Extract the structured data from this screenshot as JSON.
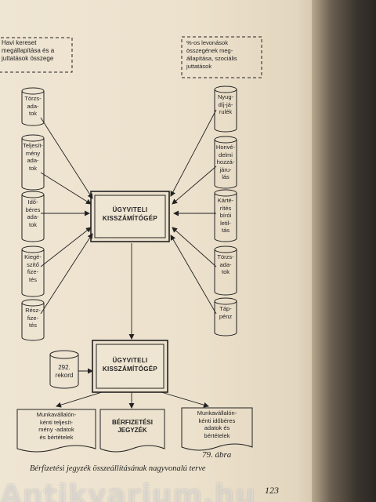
{
  "top_notes": {
    "left": "Havi kereset\nmegállapítása és a\njuttatások összege",
    "right": "%-os levonások\nösszegének meg-\nállapítása, szociális\njuttatások"
  },
  "left_inputs": [
    {
      "label": "Törzs-\nada-\ntok"
    },
    {
      "label": "Teljesít-\nmény\nada-\ntok"
    },
    {
      "label": "Idő-\nbéres\nada-\ntok"
    },
    {
      "label": "Kiegé-\nszítő\nfize-\ntés"
    },
    {
      "label": "Rész-\nfize-\ntés"
    }
  ],
  "right_inputs": [
    {
      "label": "Nyug-\ndíj-já-\nrulék"
    },
    {
      "label": "Honvé-\ndelmi\nhozzá-\njáru-\nlás"
    },
    {
      "label": "Kárté-\nrítés\nbírói\nletil-\ntás"
    },
    {
      "label": "Törzs-\nada-\ntok"
    },
    {
      "label": "Táp-\npénz"
    }
  ],
  "computer_main": "ÜGYVITELI\nKISSZÁMÍTÓGÉP",
  "computer_second": "ÜGYVITELI\nKISSZÁMÍTÓGÉP",
  "record_store": "292.\nrekord",
  "outputs": [
    {
      "label": "Munkavállalón-\nkénti teljesít-\nmény -adatok\nés bértételek"
    },
    {
      "label": "BÉRFIZETÉSI\nJEGYZÉK"
    },
    {
      "label": "Munkavállalón-\nkénti időbéres\nadatok és\nbértételek"
    }
  ],
  "figure_number": "79. ábra",
  "figure_caption": "Bérfizetési jegyzék összeállításának nagyvonalú terve",
  "page_number": "123",
  "watermark": "Antikvarium.hu"
}
